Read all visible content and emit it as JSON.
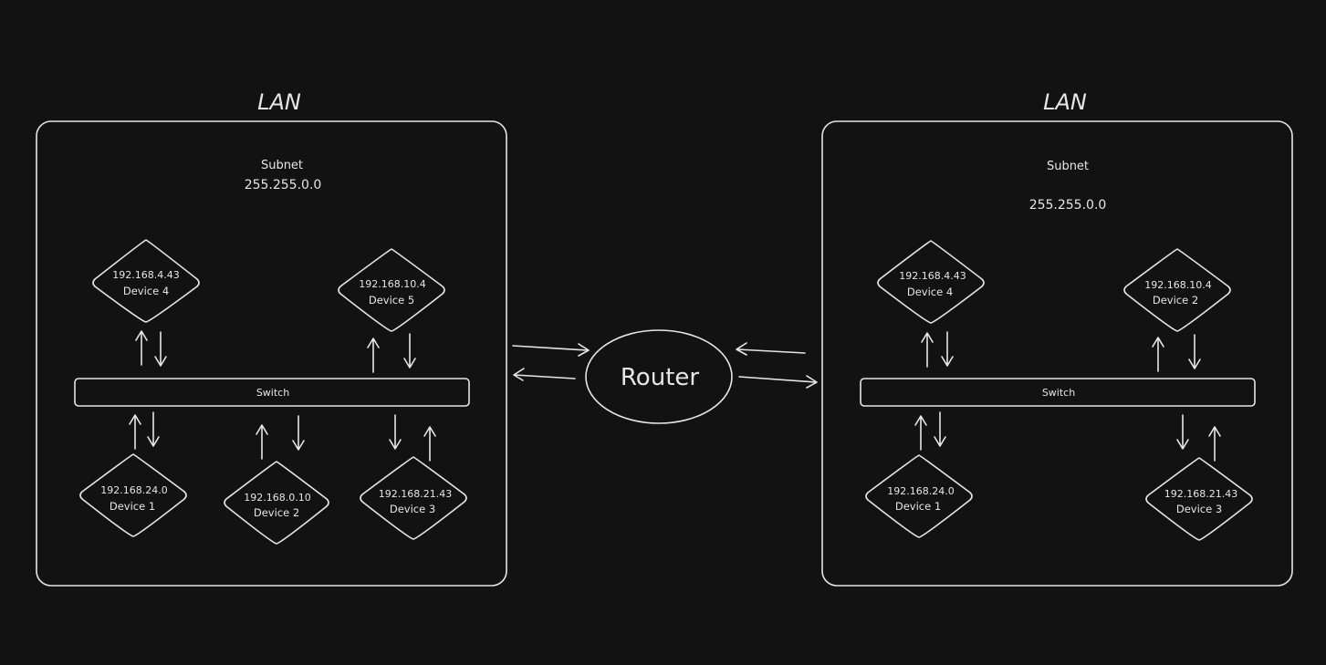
{
  "colors": {
    "background": "#121212",
    "stroke": "#e6e6e6"
  },
  "router": {
    "label": "Router"
  },
  "lans": [
    {
      "title": "LAN",
      "subnet_label": "Subnet",
      "subnet_mask": "255.255.0.0",
      "switch_label": "Switch",
      "devices": [
        {
          "ip": "192.168.4.43",
          "name": "Device 4"
        },
        {
          "ip": "192.168.10.4",
          "name": "Device 5"
        },
        {
          "ip": "192.168.24.0",
          "name": "Device 1"
        },
        {
          "ip": "192.168.0.10",
          "name": "Device 2"
        },
        {
          "ip": "192.168.21.43",
          "name": "Device 3"
        }
      ]
    },
    {
      "title": "LAN",
      "subnet_label": "Subnet",
      "subnet_mask": "255.255.0.0",
      "switch_label": "Switch",
      "devices": [
        {
          "ip": "192.168.4.43",
          "name": "Device 4"
        },
        {
          "ip": "192.168.10.4",
          "name": "Device 2"
        },
        {
          "ip": "192.168.24.0",
          "name": "Device 1"
        },
        {
          "ip": "192.168.21.43",
          "name": "Device 3"
        }
      ]
    }
  ]
}
